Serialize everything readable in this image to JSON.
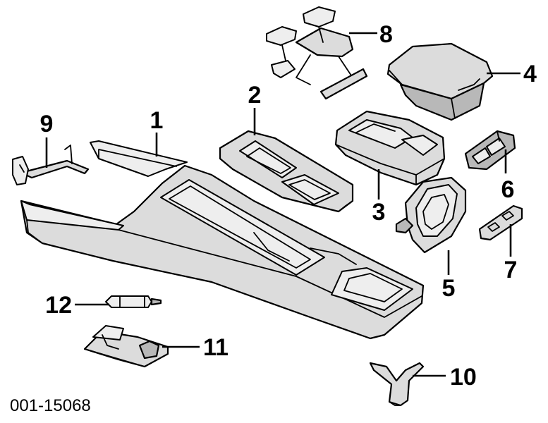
{
  "callouts": {
    "c1": "1",
    "c2": "2",
    "c3": "3",
    "c4": "4",
    "c5": "5",
    "c6": "6",
    "c7": "7",
    "c8": "8",
    "c9": "9",
    "c10": "10",
    "c11": "11",
    "c12": "12"
  },
  "reference_number": "001-15068"
}
